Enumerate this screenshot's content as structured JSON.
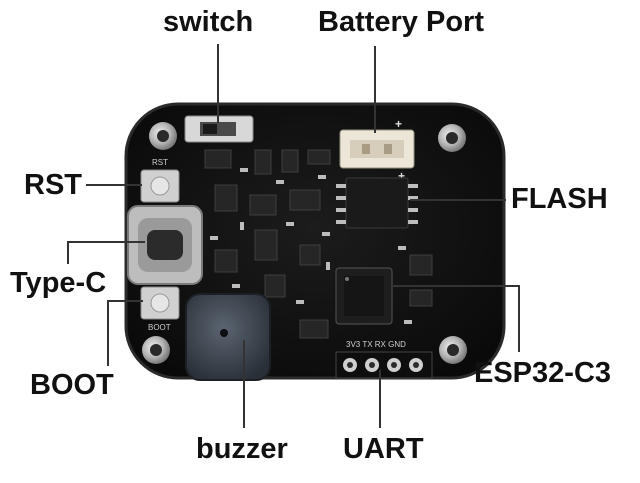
{
  "labels": {
    "switch": "switch",
    "battery_port": "Battery Port",
    "rst": "RST",
    "flash": "FLASH",
    "type_c": "Type-C",
    "boot": "BOOT",
    "esp32": "ESP32-C3",
    "buzzer": "buzzer",
    "uart": "UART"
  },
  "silkscreen": {
    "rst": "RST",
    "boot": "BOOT",
    "battery_plus": "+",
    "uart_pins": "3V3 TX RX GND"
  },
  "colors": {
    "board": "#121212",
    "pad": "#c9c9c9",
    "leader": "#333333",
    "label_text": "#111111"
  }
}
